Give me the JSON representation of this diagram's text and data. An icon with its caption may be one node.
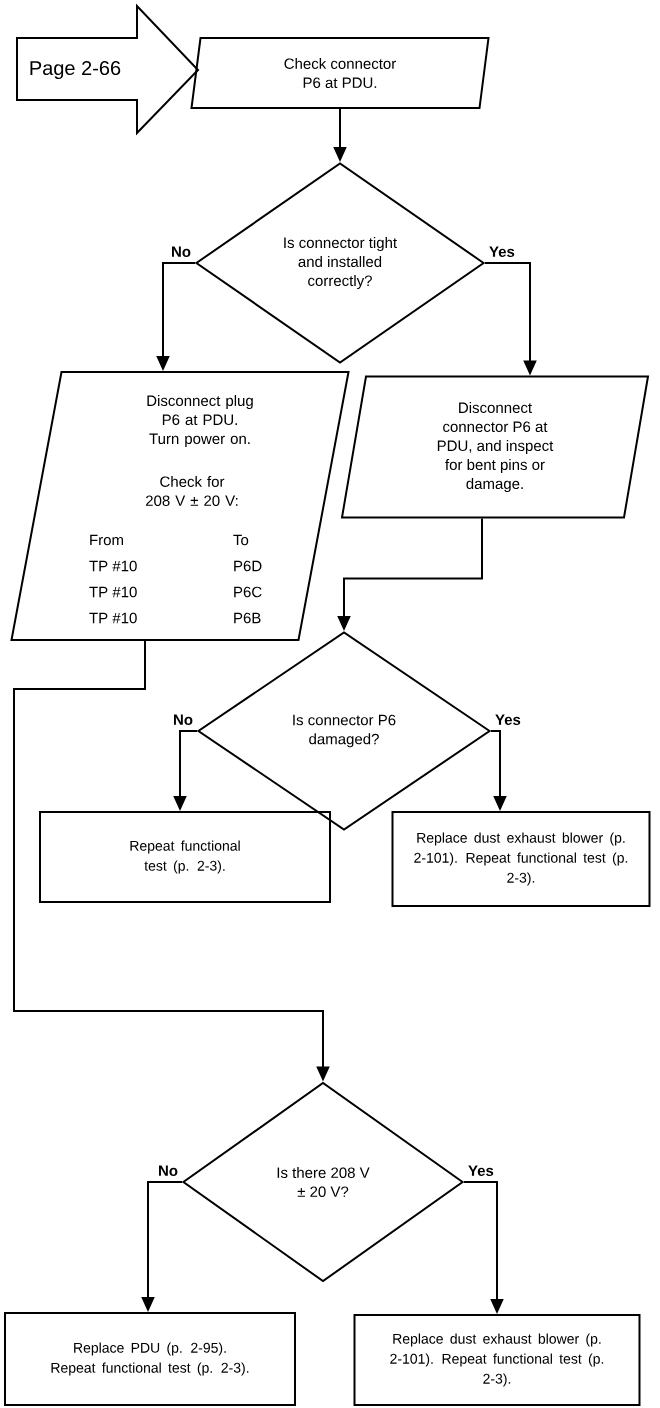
{
  "diagram": {
    "nodes": [
      {
        "text": [
          "Page 2-66"
        ]
      },
      {
        "text": [
          "Check connector P6 at PDU."
        ]
      },
      {
        "text": [
          "Is connector tight and installed correctly?"
        ]
      },
      {
        "text": [
          "Disconnect plug P6 at PDU. Turn power on.",
          "Check for 208 V ± 20 V:",
          "From",
          "To",
          "TP #10",
          "P6D",
          "TP #10",
          "P6C",
          "TP #10",
          "P6B"
        ]
      },
      {
        "text": [
          "Disconnect connector P6 at PDU, and inspect for bent pins or damage."
        ]
      },
      {
        "text": [
          "Is connector P6 damaged?"
        ]
      },
      {
        "text": [
          "Repeat functional test (p. 2-3)."
        ]
      },
      {
        "text": [
          "Replace dust exhaust blower (p. 2-101). Repeat functional test (p. 2-3)."
        ]
      },
      {
        "text": [
          "Is there 208 V ± 20 V?"
        ]
      },
      {
        "text": [
          "Replace PDU (p. 2-95). Repeat functional test (p. 2-3)."
        ]
      },
      {
        "text": [
          "Replace dust exhaust blower (p. 2-101). Repeat functional test (p. 2-3)."
        ]
      }
    ],
    "edges": [
      {
        "from": 1,
        "to": 2,
        "arrow": "to"
      },
      {
        "from": 2,
        "to": 3,
        "arrow": "to",
        "label": "No"
      },
      {
        "from": 2,
        "to": 4,
        "arrow": "to",
        "label": "Yes"
      },
      {
        "from": 4,
        "to": 5,
        "arrow": "to"
      },
      {
        "from": 5,
        "to": 6,
        "arrow": "to",
        "label": "No"
      },
      {
        "from": 5,
        "to": 7,
        "arrow": "to",
        "label": "Yes"
      },
      {
        "from": 3,
        "to": 8,
        "arrow": "to"
      },
      {
        "from": 8,
        "to": 9,
        "arrow": "to",
        "label": "No"
      },
      {
        "from": 8,
        "to": 10,
        "arrow": "to",
        "label": "Yes"
      }
    ]
  }
}
